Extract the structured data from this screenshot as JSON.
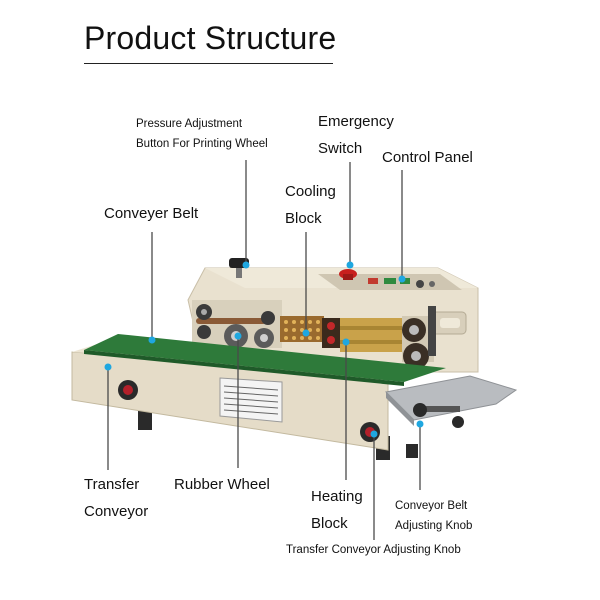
{
  "title": "Product Structure",
  "labels": {
    "pressure": [
      "Pressure Adjustment",
      "Button For Printing Wheel"
    ],
    "emergency": [
      "Emergency",
      "Switch"
    ],
    "control_panel": "Control Panel",
    "cooling": [
      "Cooling",
      "Block"
    ],
    "conveyer_belt": "Conveyer Belt",
    "transfer_conveyor": [
      "Transfer",
      "Conveyor"
    ],
    "rubber_wheel": "Rubber Wheel",
    "heating": [
      "Heating",
      "Block"
    ],
    "belt_knob": [
      "Conveyor Belt",
      "Adjusting Knob"
    ],
    "transfer_knob": "Transfer Conveyor Adjusting Knob"
  },
  "colors": {
    "leader": "#4a4a4a",
    "dot": "#1fa7e0",
    "machine_body": "#e9e1cf",
    "belt": "#2e7a3a",
    "knob": "#b3202a",
    "gold": "#c9a24a",
    "steel": "#b9bcc0"
  }
}
